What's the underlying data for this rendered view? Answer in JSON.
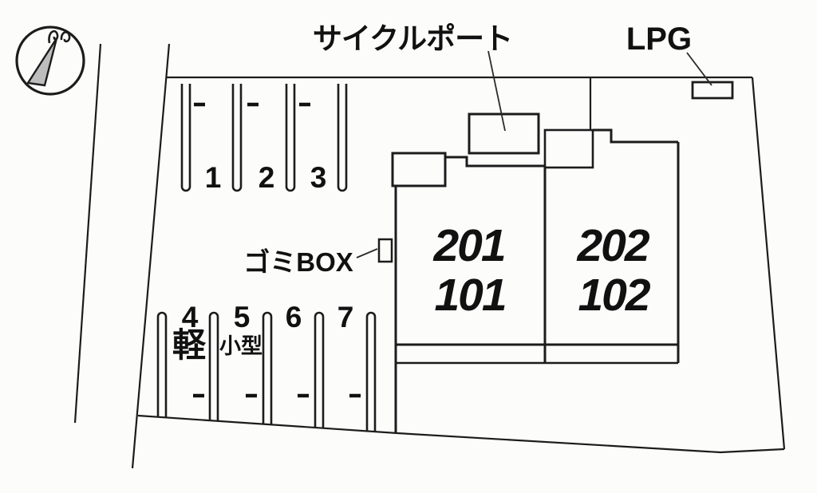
{
  "labels": {
    "cycle_port": "サイクルポート",
    "lpg": "LPG",
    "garbage_box": "ゴミBOX"
  },
  "building": {
    "unit_left_upper": "201",
    "unit_left_lower": "101",
    "unit_right_upper": "202",
    "unit_right_lower": "102"
  },
  "parking": {
    "top_row_numbers": [
      "1",
      "2",
      "3"
    ],
    "bottom_row_numbers": [
      "4",
      "5",
      "6",
      "7"
    ],
    "space_4_class": "軽",
    "space_5_class": "小型"
  },
  "icons": {
    "compass": "north-arrow"
  },
  "colors": {
    "background": "#fcfcfb",
    "line": "#1c1c1c",
    "needle_fill": "#bdbdbd"
  }
}
